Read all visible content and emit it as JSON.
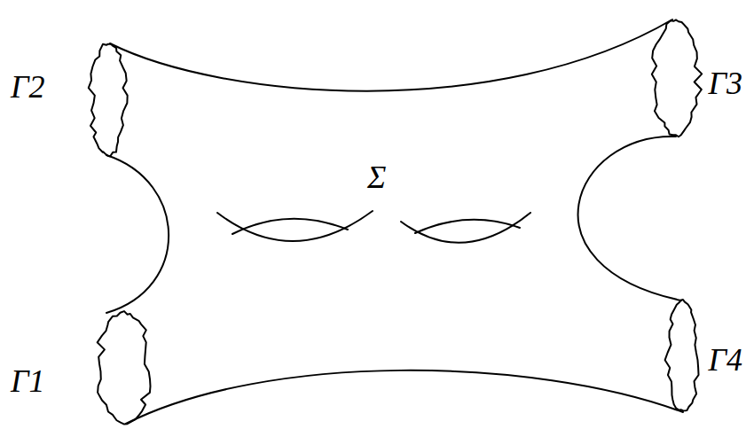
{
  "diagram": {
    "labels": [
      "Γ2",
      "Γ3",
      "Σ",
      "Γ1",
      "Γ4"
    ]
  }
}
